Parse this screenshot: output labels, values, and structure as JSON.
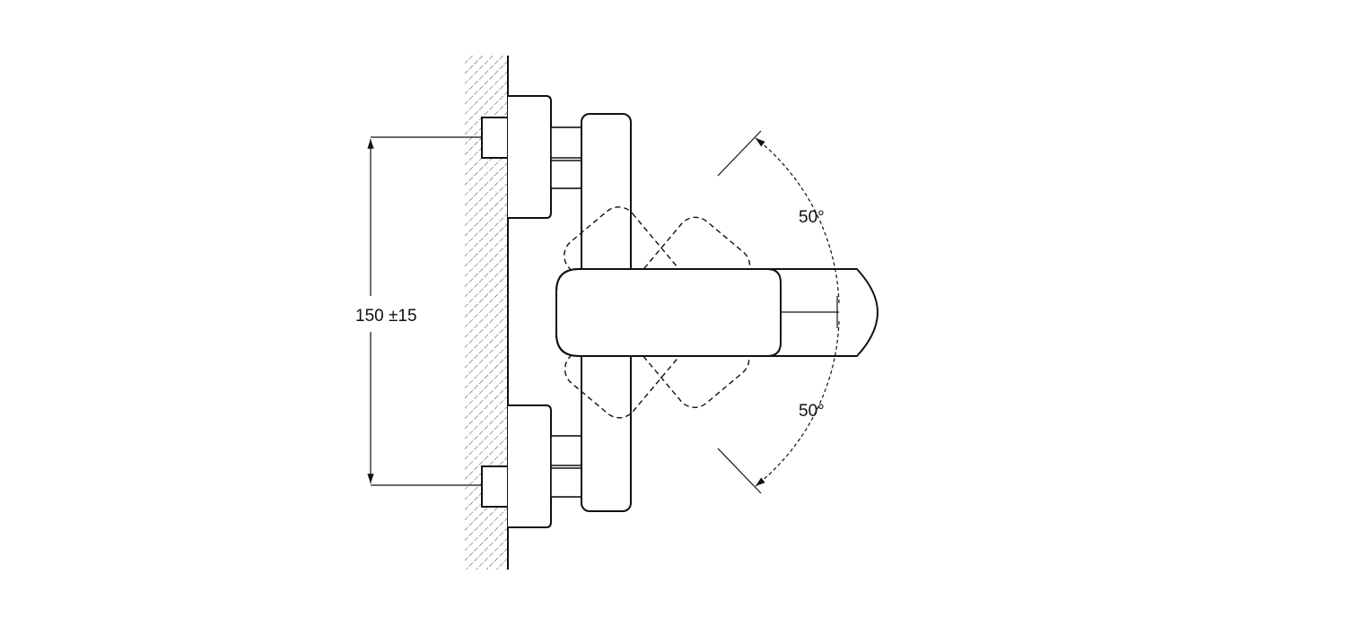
{
  "drawing": {
    "mount_spacing_label": "150 ±15",
    "angle_up_label": "50°",
    "angle_down_label": "50°",
    "line_color": "#111111"
  }
}
